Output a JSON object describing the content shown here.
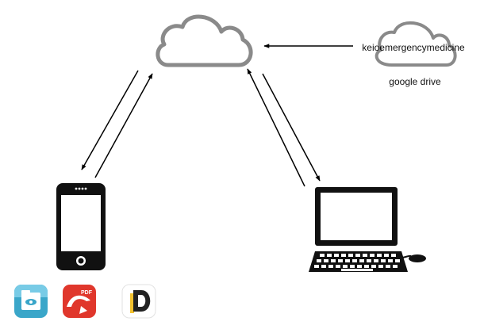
{
  "labels": {
    "drive_account": "keioemergencymedicine",
    "drive_service": "google drive"
  },
  "app_icons": [
    {
      "icon": "eye-folder-viewer-icon",
      "color": "#3aa6c9"
    },
    {
      "icon": "pdf-expert-icon",
      "color": "#e0372c",
      "text": "PDF"
    },
    {
      "icon": "documents-d-icon",
      "color": "#222222"
    }
  ],
  "colors": {
    "cloud_stroke": "#8a8a8a",
    "line": "#000000"
  }
}
